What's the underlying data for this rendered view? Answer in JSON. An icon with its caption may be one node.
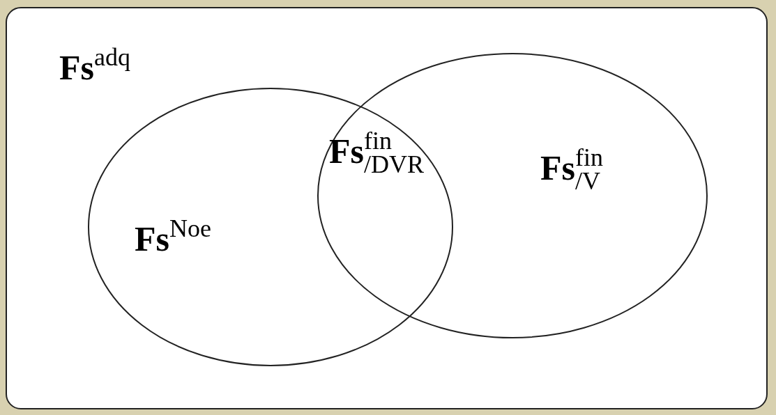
{
  "diagram": {
    "nodes": [
      {
        "text": [
          "**Fs**$^{adq}$"
        ]
      },
      {
        "text": [
          "**Fs**$^{Noe}$"
        ],
        "in": 0
      },
      {
        "text": [
          "**Fs**$^{fin}$$_{/V}$"
        ],
        "in": 0
      }
    ],
    "labels": [
      "**Fs**$^{fin}$$_{/DVR}$"
    ]
  }
}
